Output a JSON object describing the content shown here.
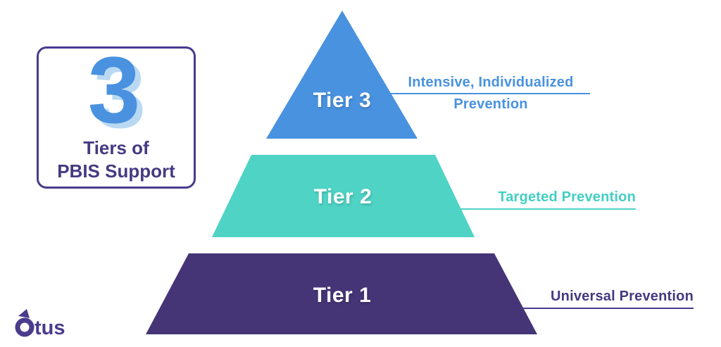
{
  "badge": {
    "number": "3",
    "caption_line1": "Tiers of",
    "caption_line2": "PBIS Support"
  },
  "pyramid": {
    "tiers": [
      {
        "name": "Tier 3",
        "annotation_line1": "Intensive, Individualized",
        "annotation_line2": "Prevention",
        "color": "#4992e0"
      },
      {
        "name": "Tier 2",
        "annotation_line1": "Targeted Prevention",
        "annotation_line2": "",
        "color": "#4ed3c5"
      },
      {
        "name": "Tier 1",
        "annotation_line1": "Universal Prevention",
        "annotation_line2": "",
        "color": "#453577"
      }
    ]
  },
  "logo": {
    "brand": "Otus",
    "wordmark_text": "tus"
  },
  "colors": {
    "tier3_blue": "#4992e0",
    "tier2_teal": "#4ed3c5",
    "tier1_purple": "#453577",
    "accent_purple": "#4a3b8c",
    "caption_purple": "#463a82",
    "number_shadow_blue": "#b9d9f3",
    "background": "#ffffff"
  }
}
